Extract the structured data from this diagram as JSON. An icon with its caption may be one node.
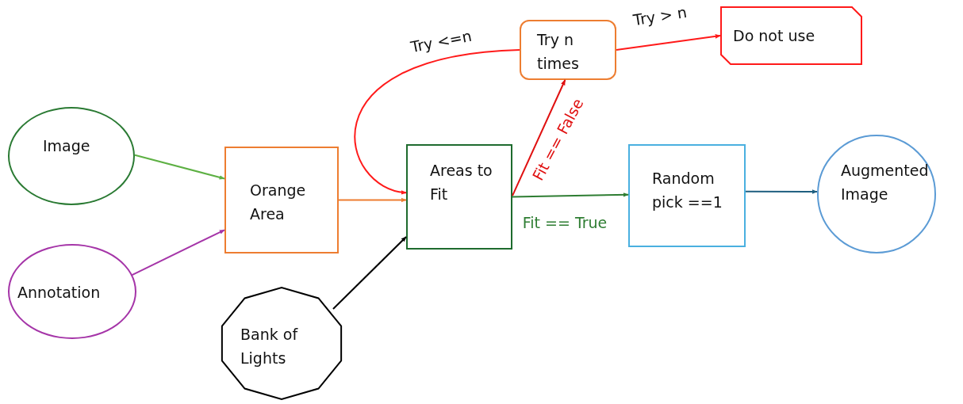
{
  "diagram": {
    "nodes": [
      {
        "text": [
          "Image"
        ]
      },
      {
        "text": [
          "Annotation"
        ]
      },
      {
        "text": [
          "Orange Area"
        ]
      },
      {
        "text": [
          "Bank of Lights"
        ]
      },
      {
        "text": [
          "Areas to Fit"
        ]
      },
      {
        "text": [
          "Try n times"
        ]
      },
      {
        "text": [
          "Do not use"
        ]
      },
      {
        "text": [
          "Random pick ==1"
        ]
      },
      {
        "text": [
          "Augmented Image"
        ]
      }
    ],
    "edges": [
      {
        "from": 0,
        "to": 2,
        "arrow": "to",
        "color": "#5db043"
      },
      {
        "from": 1,
        "to": 2,
        "arrow": "to",
        "color": "#a535a8"
      },
      {
        "from": 2,
        "to": 4,
        "arrow": "to",
        "color": "#ed7d31"
      },
      {
        "from": 3,
        "to": 4,
        "arrow": "to",
        "color": "#000000"
      },
      {
        "from": 4,
        "to": 5,
        "arrow": "to",
        "label": "Fit == False",
        "color": "#e01010"
      },
      {
        "from": 4,
        "to": 7,
        "arrow": "to",
        "label": "Fit == True",
        "color": "#2e7d32"
      },
      {
        "from": 5,
        "to": 4,
        "arrow": "to",
        "label": "Try <=n",
        "color": "#ff1a1a"
      },
      {
        "from": 5,
        "to": 6,
        "arrow": "to",
        "label": "Try > n",
        "color": "#ff1a1a"
      },
      {
        "from": 7,
        "to": 8,
        "arrow": "to",
        "color": "#1f5f80"
      }
    ]
  }
}
